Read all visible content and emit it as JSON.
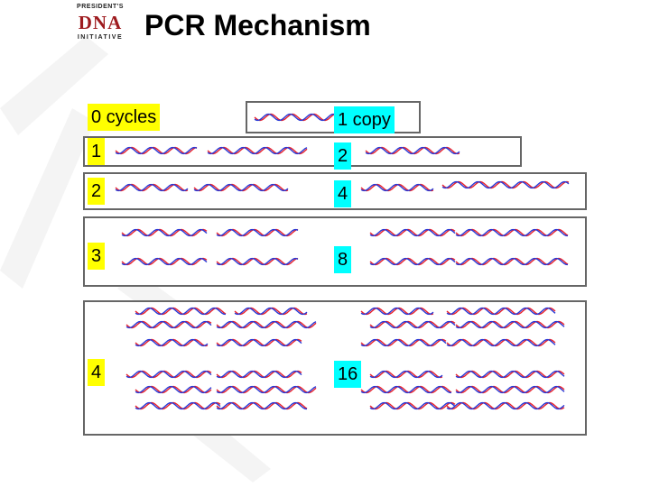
{
  "header": {
    "logo_top": "PRESIDENT'S",
    "logo_mid": "DNA",
    "logo_bot": "INITIATIVE",
    "title": "PCR Mechanism"
  },
  "rows": [
    {
      "cycle": "0 cycles",
      "copies": "1 copy"
    },
    {
      "cycle": "1",
      "copies": "2"
    },
    {
      "cycle": "2",
      "copies": "4"
    },
    {
      "cycle": "3",
      "copies": "8"
    },
    {
      "cycle": "4",
      "copies": "16"
    }
  ],
  "colors": {
    "strand_red": "#e8202a",
    "strand_blue": "#2a3ad6",
    "cycle_label_bg": "#ffff00",
    "copy_label_bg": "#00ffff",
    "box_border": "#666666",
    "logo_red": "#9e1b1f"
  }
}
